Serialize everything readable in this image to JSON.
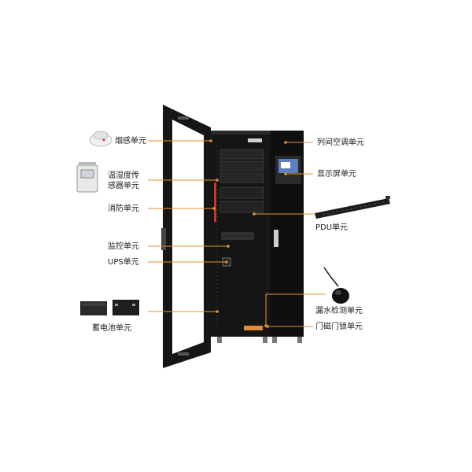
{
  "labels": {
    "smoke": "烟感单元",
    "temp_humidity": [
      "温湿度传",
      "感器单元"
    ],
    "fire": "消防单元",
    "monitor": "监控单元",
    "ups": "UPS单元",
    "battery": "蓄电池单元",
    "row_ac": "列间空调单元",
    "display": "显示屏单元",
    "pdu": "PDU单元",
    "water_leak": "漏水检测单元",
    "door_lock": "门磁门锁单元"
  },
  "colors": {
    "leader_line": "#e8922e",
    "leader_dot": "#e8922e",
    "cabinet": "#151515",
    "screen": "#5b7fc0",
    "fire_strip": "#c0392b",
    "label_text": "#222222"
  }
}
